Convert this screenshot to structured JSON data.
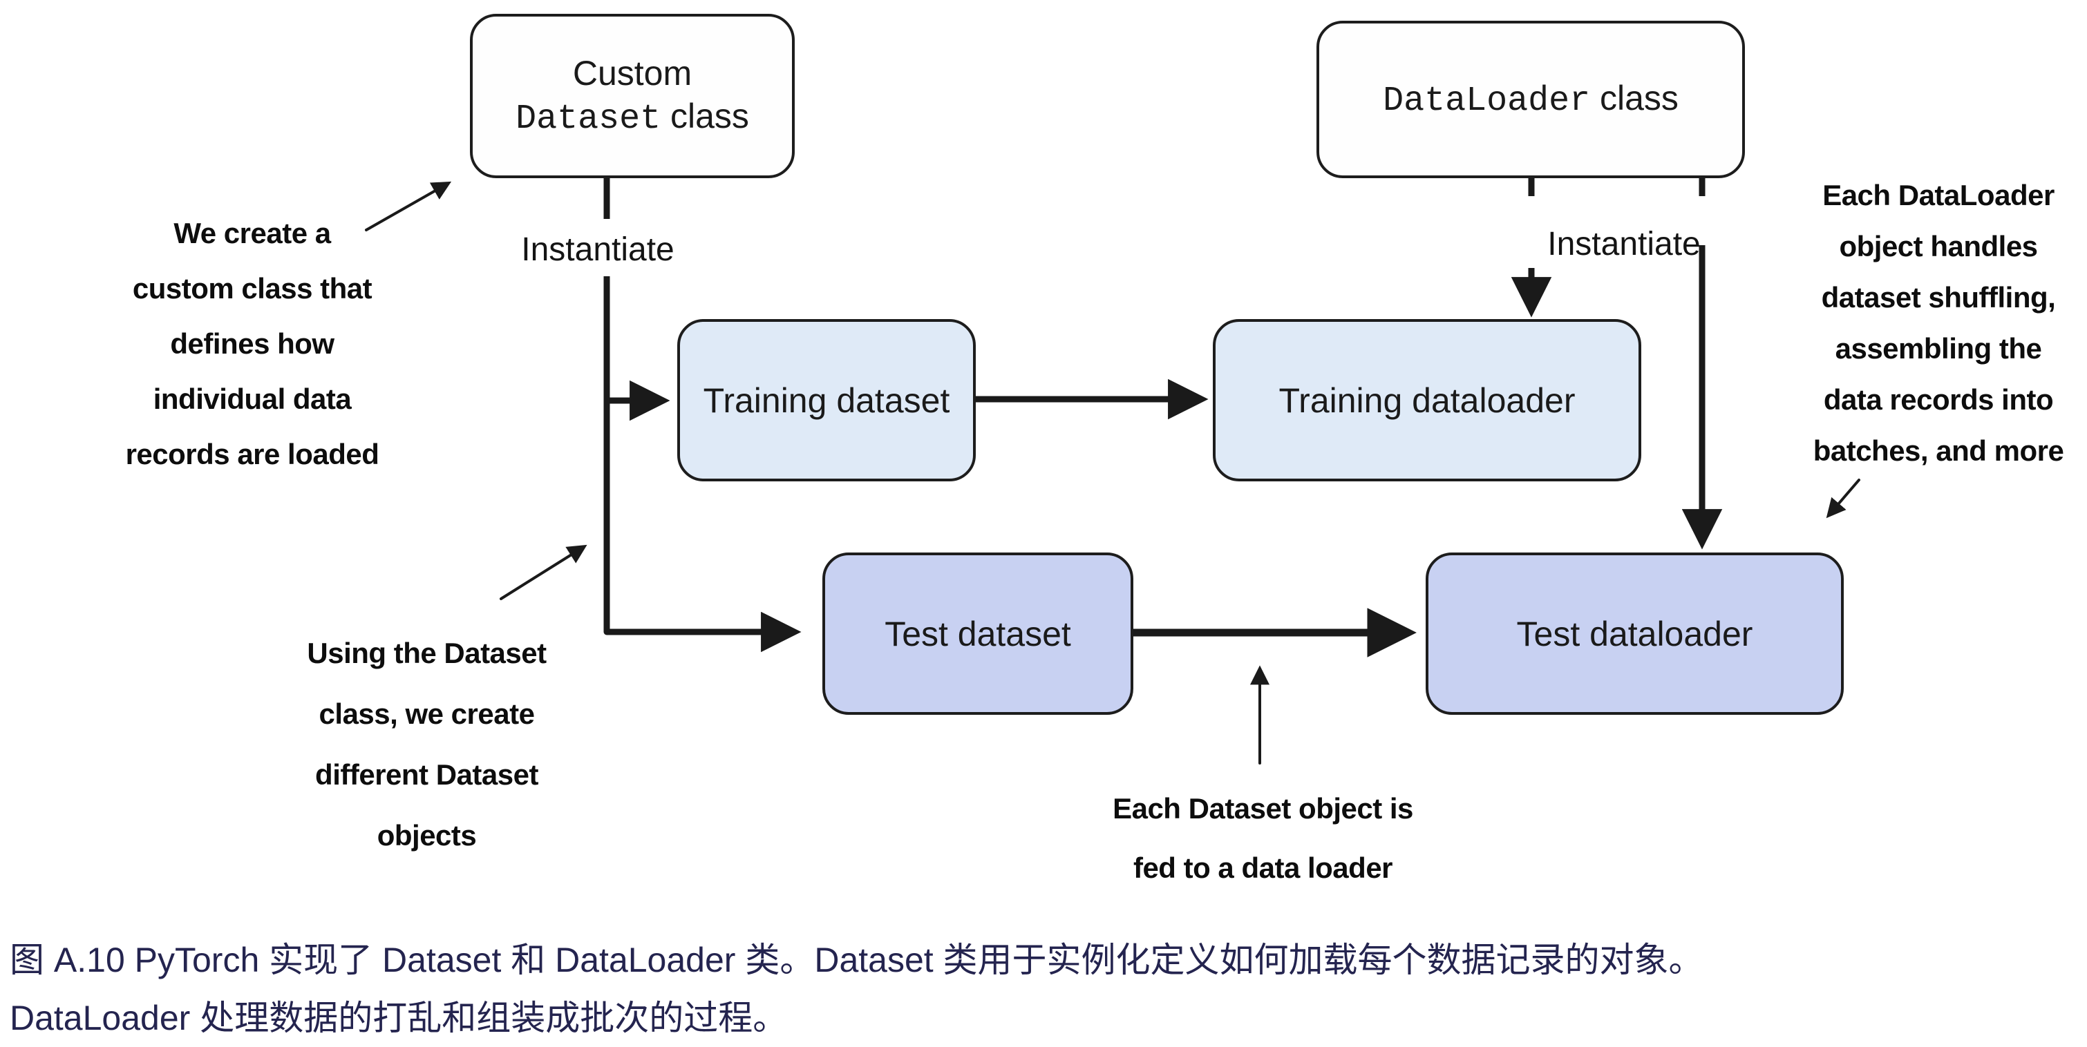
{
  "figure": {
    "boxes": {
      "custom_dataset_class": {
        "line1": "Custom",
        "code": "Dataset",
        "suffix": " class",
        "fill": "#ffffff"
      },
      "dataloader_class": {
        "code": "DataLoader",
        "suffix": " class",
        "fill": "#ffffff"
      },
      "training_dataset": {
        "label": "Training dataset",
        "fill": "#dfeaf7"
      },
      "training_dataloader": {
        "label": "Training dataloader",
        "fill": "#dfeaf7"
      },
      "test_dataset": {
        "label": "Test dataset",
        "fill": "#c8d1f2"
      },
      "test_dataloader": {
        "label": "Test dataloader",
        "fill": "#c8d1f2"
      }
    },
    "edge_labels": {
      "instantiate_left": "Instantiate",
      "instantiate_right": "Instantiate"
    },
    "annotations": {
      "custom_class_note": {
        "lines": [
          "We create a",
          "custom class that",
          "defines how",
          "individual data",
          "records are loaded"
        ]
      },
      "dataset_objects_note": {
        "lines": [
          "Using the Dataset",
          "class, we create",
          "different Dataset",
          "objects"
        ]
      },
      "fed_to_loader_note": {
        "lines": [
          "Each Dataset object is",
          "fed to a data loader"
        ]
      },
      "dataloader_note": {
        "lines": [
          "Each DataLoader",
          "object handles",
          "dataset shuffling,",
          "assembling the",
          "data records into",
          "batches, and more"
        ]
      }
    },
    "line_color": "#1a1a1a"
  },
  "caption": {
    "line1": "图 A.10 PyTorch 实现了 Dataset 和 DataLoader 类。Dataset 类用于实例化定义如何加载每个数据记录的对象。",
    "line2": "DataLoader 处理数据的打乱和组装成批次的过程。",
    "color": "#24244f"
  }
}
